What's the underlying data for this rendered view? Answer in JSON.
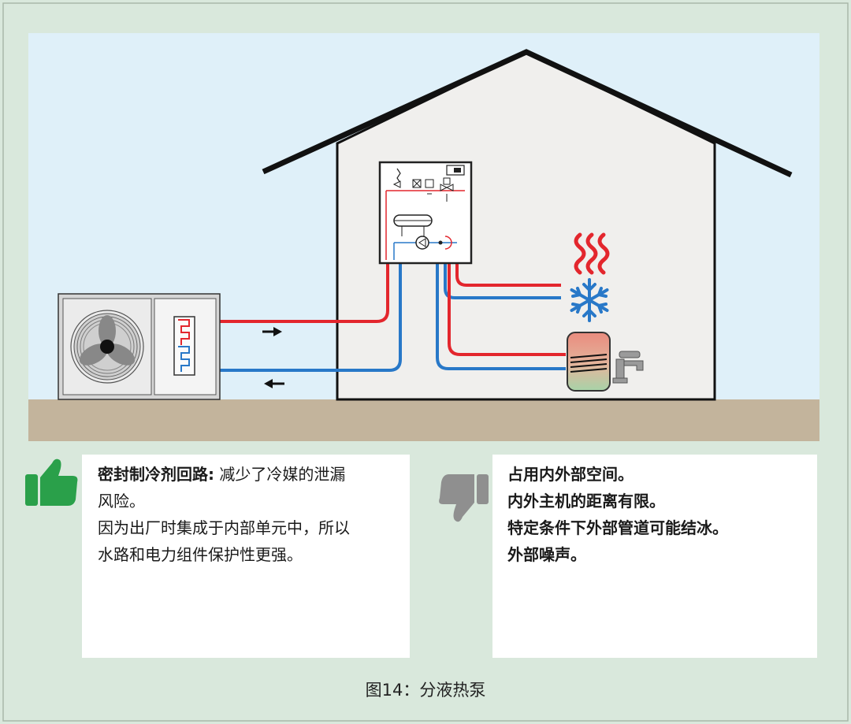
{
  "colors": {
    "outer_background": "#d9e8dc",
    "sky": "#dff0f9",
    "ground": "#c3b49c",
    "house_wall": "#f0efed",
    "pipe_hot": "#e3262d",
    "pipe_cold": "#2878c8",
    "thumb_up": "#2aa04a",
    "thumb_down": "#8f8f8f"
  },
  "icons": {
    "outdoor_unit": "heat-pump-outdoor-unit-icon",
    "indoor_unit": "hydraulic-indoor-module-icon",
    "heating": "heat-waves-icon",
    "cooling": "snowflake-icon",
    "tank": "hot-water-tank-icon",
    "tap": "water-tap-icon",
    "flow_out": "arrow-right-icon",
    "flow_in": "arrow-left-icon",
    "pro": "thumbs-up-icon",
    "con": "thumbs-down-icon"
  },
  "pros": {
    "title": "密封制冷剂回路:",
    "line1_rest": " 减少了冷媒的泄漏",
    "line2": "风险。",
    "line3": "因为出厂时集成于内部单元中，所以",
    "line4": "水路和电力组件保护性更强。"
  },
  "cons": {
    "items": [
      "占用内外部空间。",
      "内外主机的距离有限。",
      "特定条件下外部管道可能结冰。",
      "外部噪声。"
    ]
  },
  "caption": "图14：分液热泵"
}
